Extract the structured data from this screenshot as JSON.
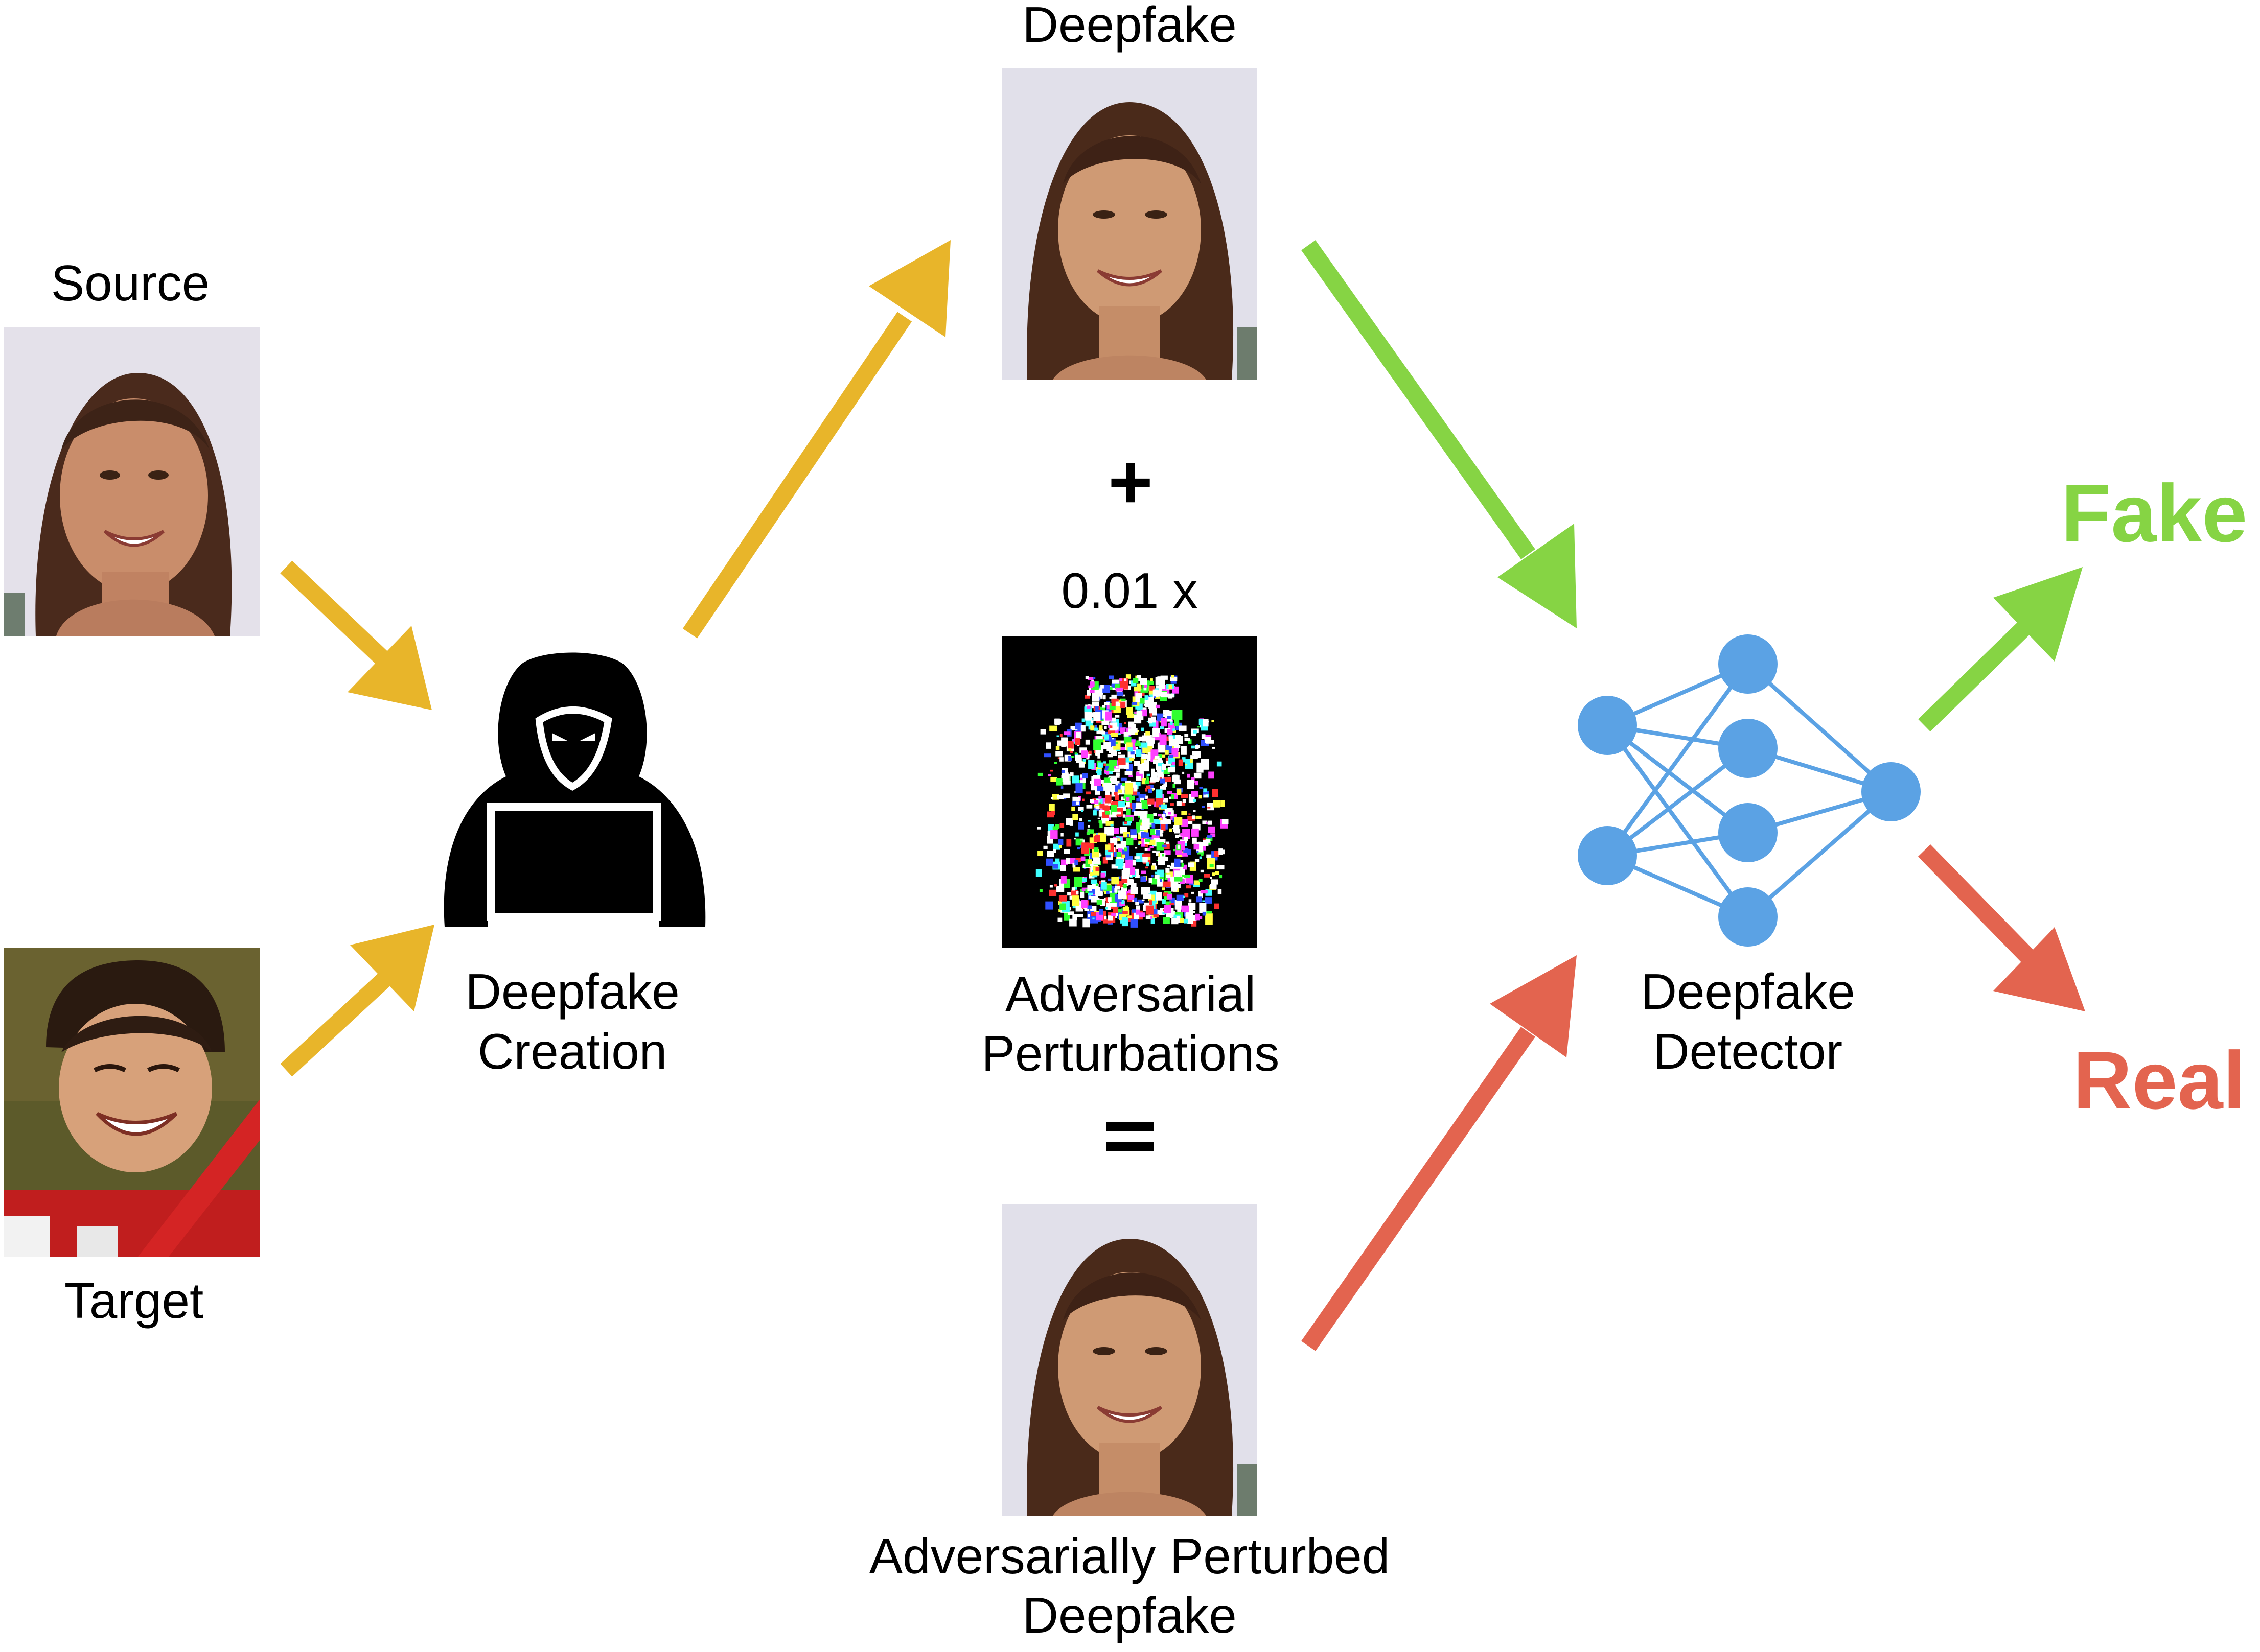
{
  "labels": {
    "source": "Source",
    "target": "Target",
    "deepfake_top": "Deepfake",
    "creation_line1": "Deepfake",
    "creation_line2": "Creation",
    "plus": "+",
    "scale": "0.01 x",
    "perturbations_line1": "Adversarial",
    "perturbations_line2": "Perturbations",
    "equals": "=",
    "perturbed_line1": "Adversarially Perturbed",
    "perturbed_line2": "Deepfake",
    "detector_line1": "Deepfake",
    "detector_line2": "Detector",
    "fake": "Fake",
    "real": "Real"
  },
  "images": {
    "source": "photo of smiling woman (source face)",
    "target": "photo of smiling woman (target face)",
    "deepfake": "deepfake face photo",
    "perturbation": "adversarial noise pattern",
    "perturbed": "adversarially perturbed deepfake photo"
  },
  "icons": {
    "attacker": "hooded-hacker-laptop-icon",
    "detector": "neural-network-icon"
  },
  "colors": {
    "flow_arrow": "#E8B52A",
    "fake_arrow": "#86D444",
    "real_arrow": "#E3644F",
    "network": "#5BA2E4",
    "fake_text": "#86D444",
    "real_text": "#E3644F"
  }
}
